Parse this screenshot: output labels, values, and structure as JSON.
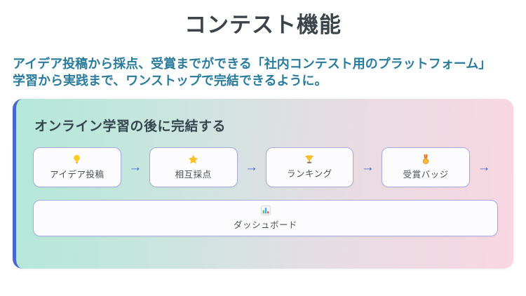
{
  "page": {
    "title": "コンテスト機能",
    "intro": {
      "line1": "アイデア投稿から採点、受賞までができる「社内コンテスト用のプラットフォーム」",
      "line2": "学習から実践まで、ワンストップで完結できるように。"
    }
  },
  "card": {
    "heading": "オンライン学習の後に完結する",
    "arrow_glyph": "→",
    "flow_steps": [
      {
        "label": "アイデア投稿",
        "icon": "lightbulb-icon"
      },
      {
        "label": "相互採点",
        "icon": "star-icon"
      },
      {
        "label": "ランキング",
        "icon": "trophy-icon"
      },
      {
        "label": "受賞バッジ",
        "icon": "medal-icon"
      }
    ],
    "dashboard": {
      "label": "ダッシュボード",
      "icon": "bar-chart-icon"
    },
    "colors": {
      "title_text": "#3b434b",
      "intro_text": "#2a7c9e",
      "gradient_left": "#b4e8d9",
      "gradient_right": "#f8d6e2",
      "card_left_border": "#4a68cd",
      "box_border": "#a9abdc",
      "box_background": "#fcfcfe",
      "arrow": "#3f63cf"
    }
  }
}
